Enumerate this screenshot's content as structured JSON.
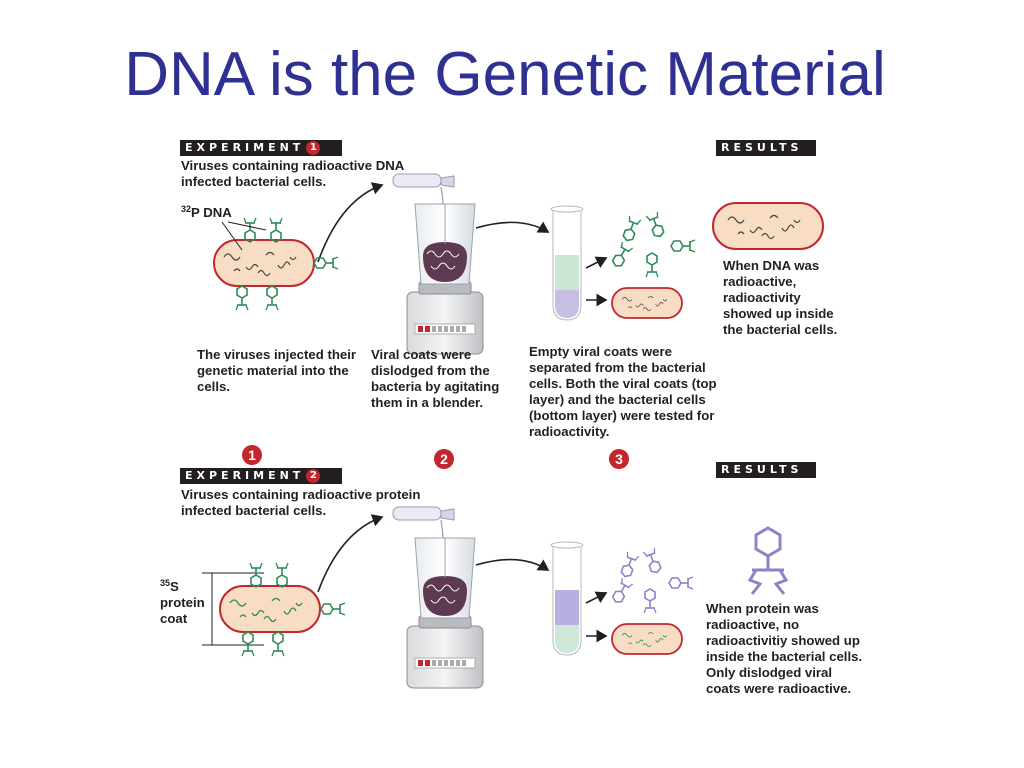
{
  "title": "DNA is the Genetic Material",
  "experiment1": {
    "tag": "EXPERIMENT",
    "number": "1",
    "caption": "Viruses containing radioactive DNA infected bacterial cells.",
    "isotope_mass": "32",
    "isotope_label": "P DNA",
    "step1_text": "The viruses injected their genetic material into the cells.",
    "step2_text": "Viral coats were dislodged from the bacteria by agitating them in a blender.",
    "step3_text": "Empty viral coats were separated from the bacterial cells. Both the viral coats (top layer) and the bacterial cells (bottom layer) were tested for radioactivity.",
    "results_tag": "RESULTS",
    "results_text": "When DNA was radioactive, radioactivity showed up inside the bacterial cells."
  },
  "steps": [
    "1",
    "2",
    "3"
  ],
  "experiment2": {
    "tag": "EXPERIMENT",
    "number": "2",
    "caption": "Viruses containing radioactive protein infected bacterial cells.",
    "isotope_mass": "35",
    "isotope_label": "S",
    "label_line2": "protein",
    "label_line3": "coat",
    "results_tag": "RESULTS",
    "results_text": "When protein was radioactive, no radioactivitiy showed up inside the bacterial cells. Only dislodged viral coats were radioactive."
  },
  "colors": {
    "title": "#2e3192",
    "tag_bg": "#231f20",
    "step_circle": "#c1272d",
    "bacterium_fill": "#f9dcc4",
    "bacterium_stroke": "#c1272d",
    "phage": "#2e8b57",
    "tube_top_exp1": "#c9e6d2",
    "tube_bottom_exp1": "#c7bfe3",
    "tube_top_exp2": "#b9aee0",
    "tube_bottom_exp2": "#cde8d7",
    "protein_coat_outline": "#8c83c8"
  }
}
